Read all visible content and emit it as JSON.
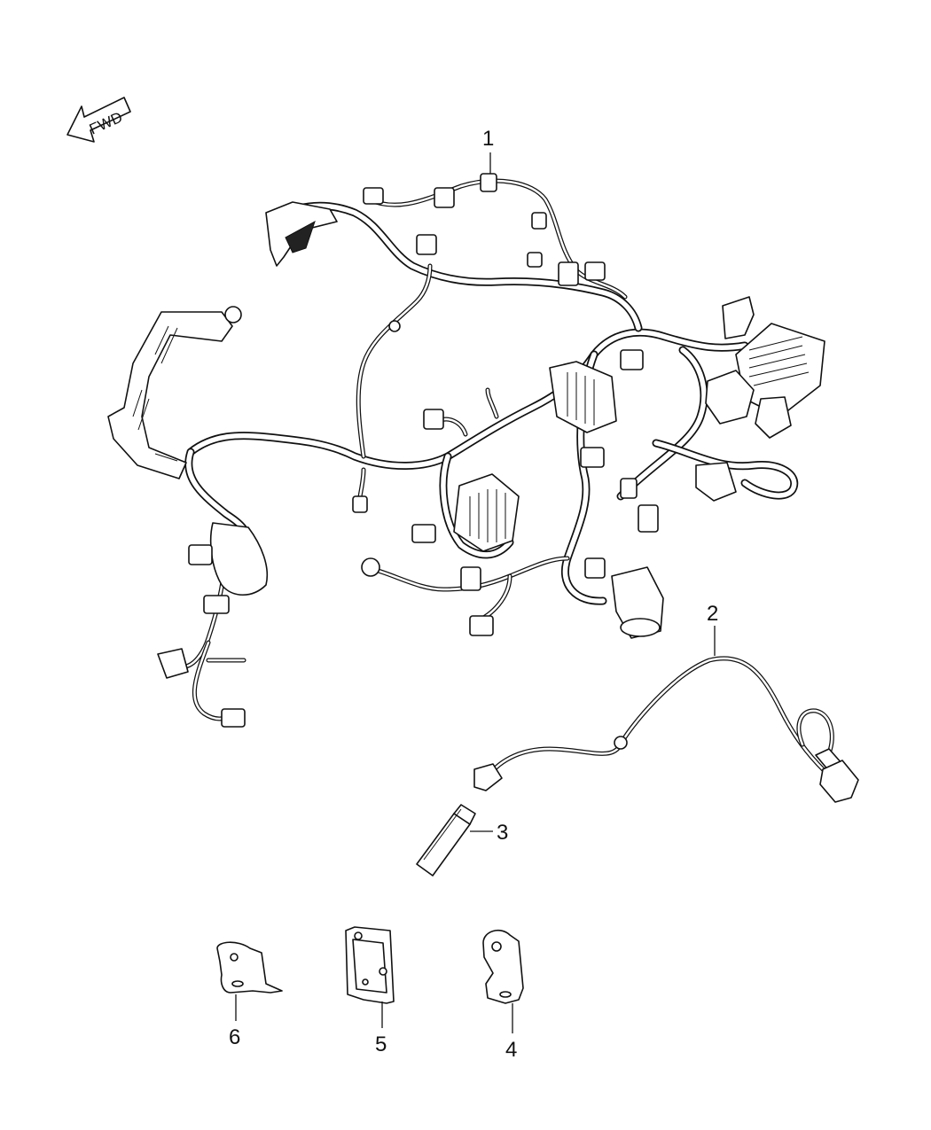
{
  "orientation_label": "FWD",
  "callouts": {
    "c1": "1",
    "c2": "2",
    "c3": "3",
    "c4": "4",
    "c5": "5",
    "c6": "6"
  }
}
